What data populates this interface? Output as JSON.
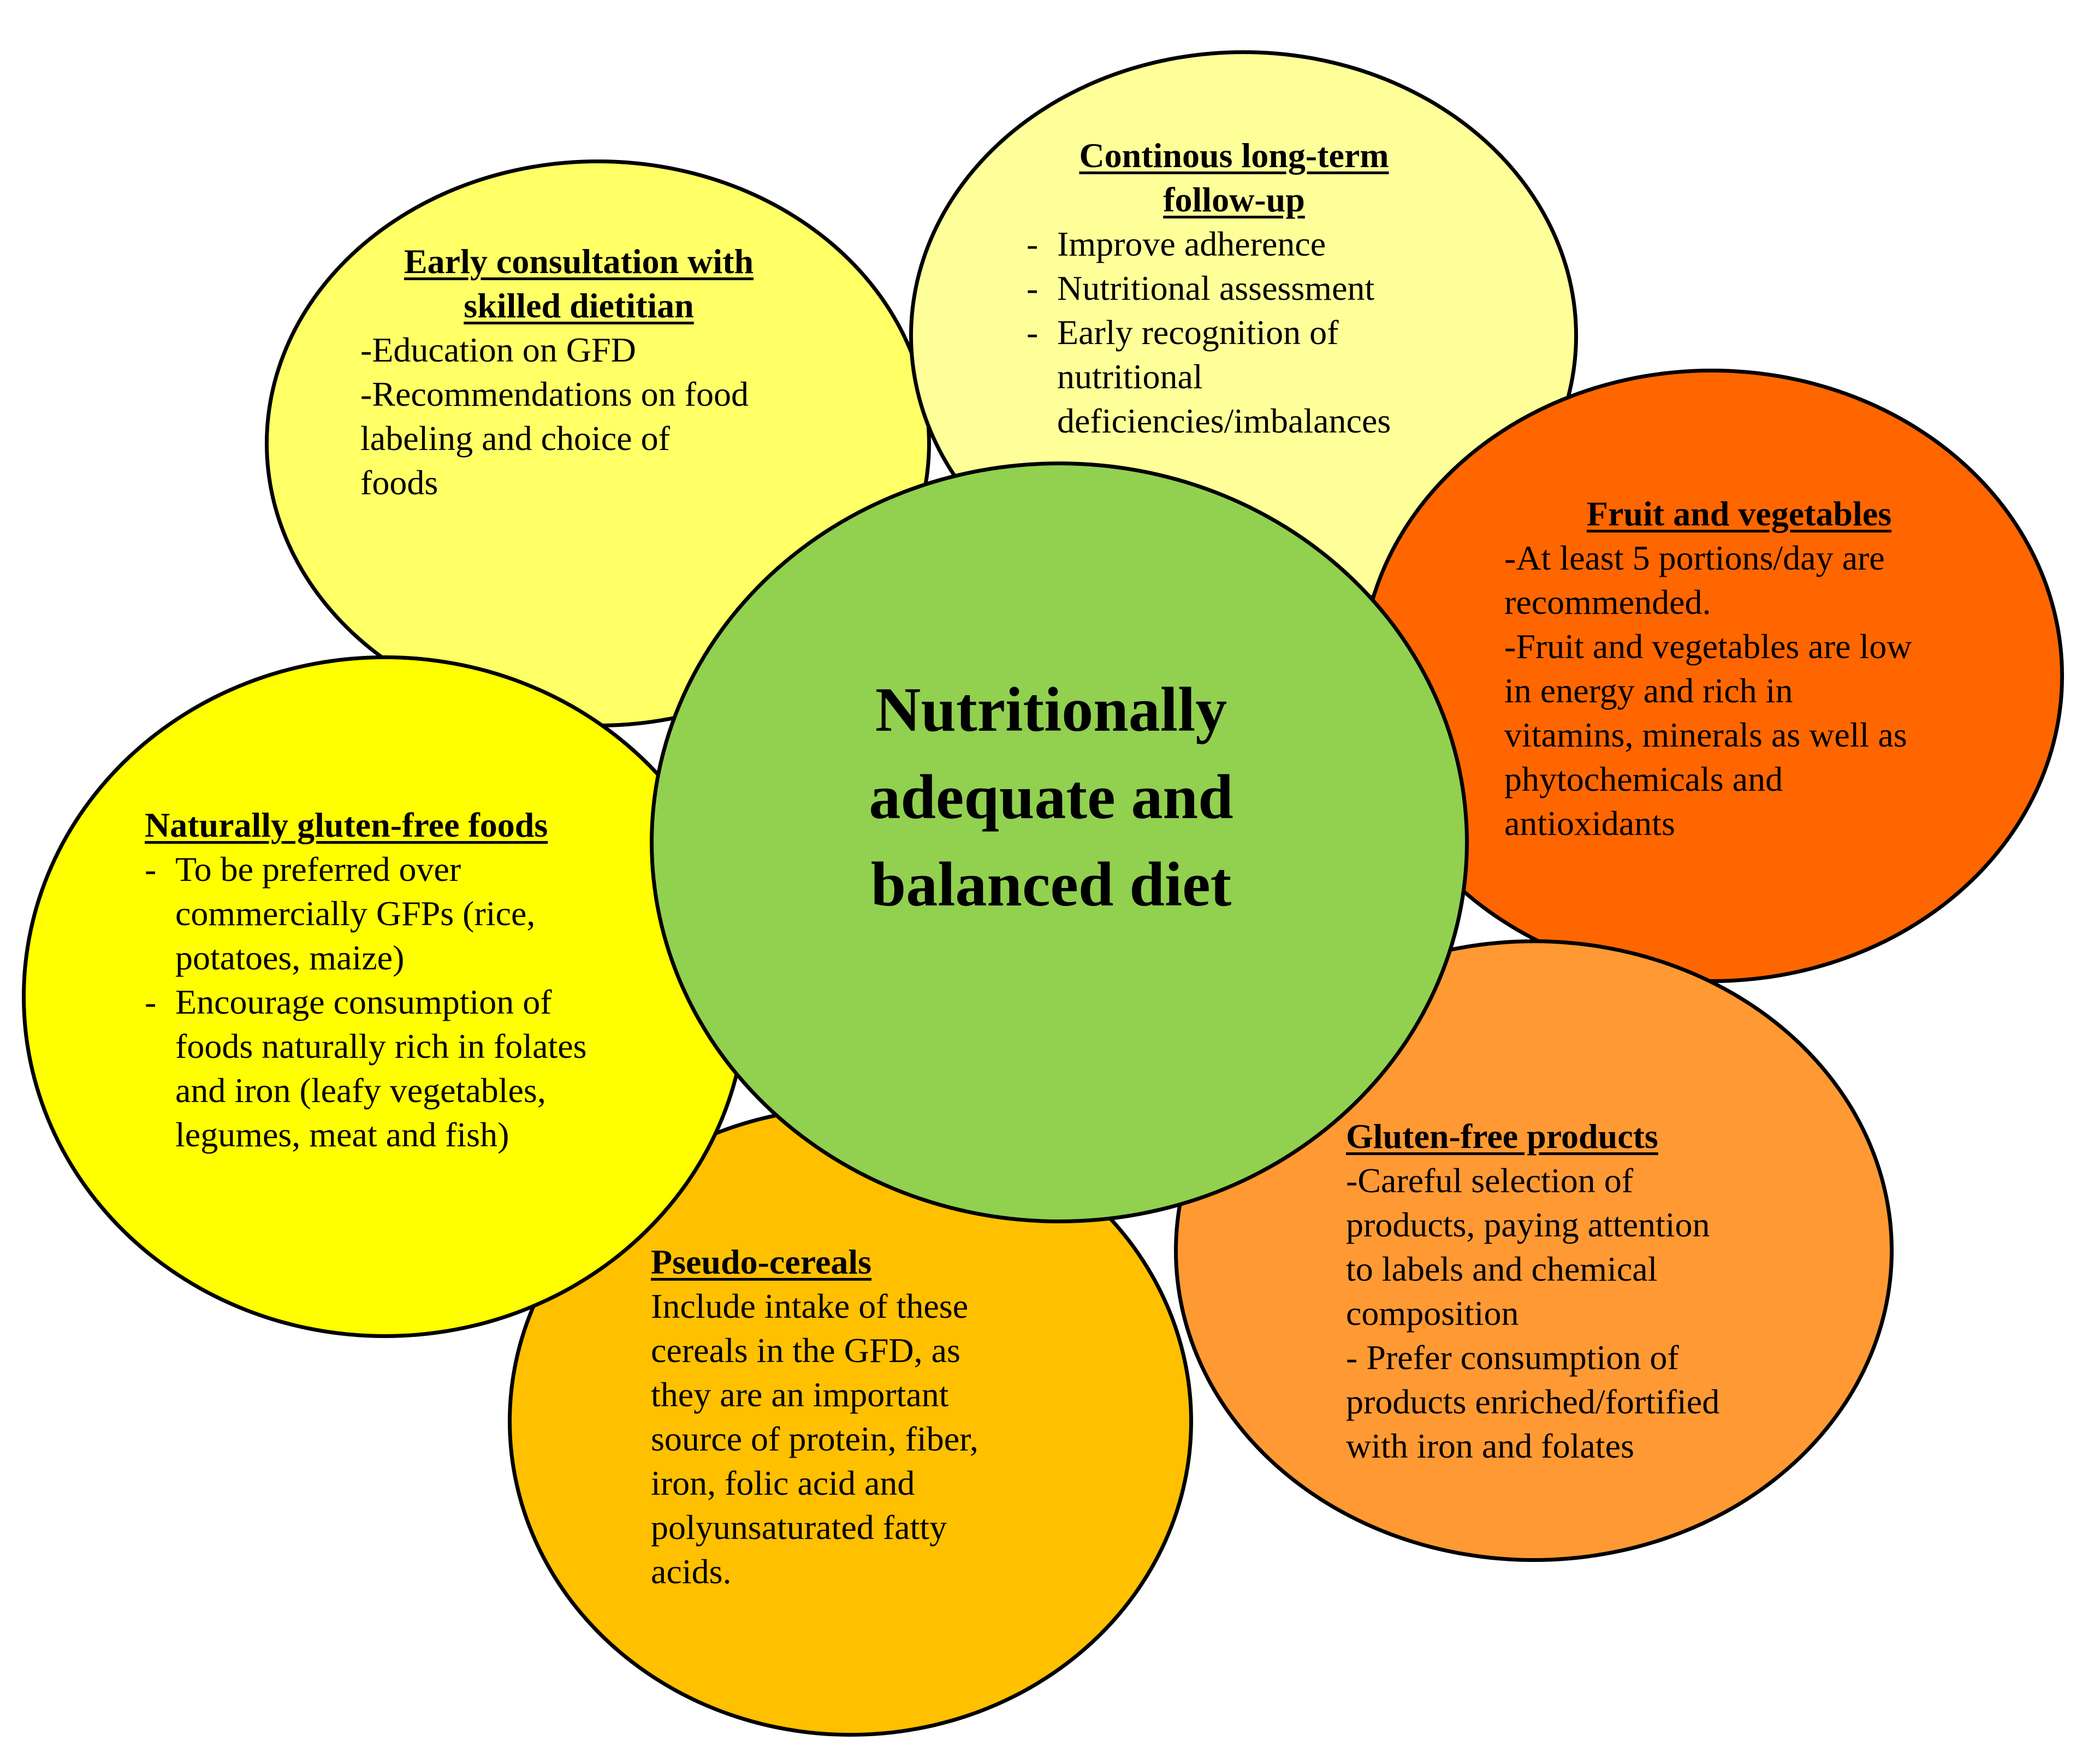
{
  "center": {
    "title_lines": [
      "Nutritionally",
      "adequate and",
      "balanced diet"
    ]
  },
  "early_consultation": {
    "title_lines": [
      "Early consultation with",
      "skilled dietitian"
    ],
    "lines": [
      "-Education on GFD",
      "-Recommendations on food",
      "labeling and choice of",
      "foods"
    ]
  },
  "follow_up": {
    "title_lines": [
      "Continous long-term",
      "follow-up"
    ],
    "items": [
      "Improve adherence",
      "Nutritional assessment",
      "Early recognition of nutritional deficiencies/imbalances"
    ]
  },
  "fruit_vegetables": {
    "title": "Fruit and vegetables",
    "lines": [
      "-At least 5 portions/day are",
      "recommended.",
      "-Fruit and vegetables are low",
      "in energy and rich in",
      "vitamins, minerals as well as",
      "phytochemicals and",
      "antioxidants"
    ]
  },
  "naturally_gf": {
    "title": "Naturally gluten-free foods",
    "items": [
      "To be preferred over commercially GFPs (rice, potatoes, maize)",
      "Encourage consumption of foods naturally rich in folates and iron (leafy vegetables, legumes, meat and fish)"
    ]
  },
  "pseudo_cereals": {
    "title": "Pseudo-cereals",
    "lines": [
      "Include intake of these",
      "cereals in the GFD, as",
      "they are an important",
      "source of protein, fiber,",
      "iron, folic acid and",
      "polyunsaturated fatty",
      "acids."
    ]
  },
  "gf_products": {
    "title": "Gluten-free products",
    "lines": [
      "-Careful selection of",
      "products, paying attention",
      "to labels and chemical",
      "composition",
      "- Prefer consumption of",
      "products enriched/fortified",
      "with iron and folates"
    ]
  },
  "colors": {
    "early_consultation": "#FFFF66",
    "follow_up": "#FFFF99",
    "fruit_vegetables": "#FF6600",
    "naturally_gf": "#FFFF00",
    "pseudo_cereals": "#FFC000",
    "gf_products": "#FF9933",
    "center": "#92D050"
  }
}
